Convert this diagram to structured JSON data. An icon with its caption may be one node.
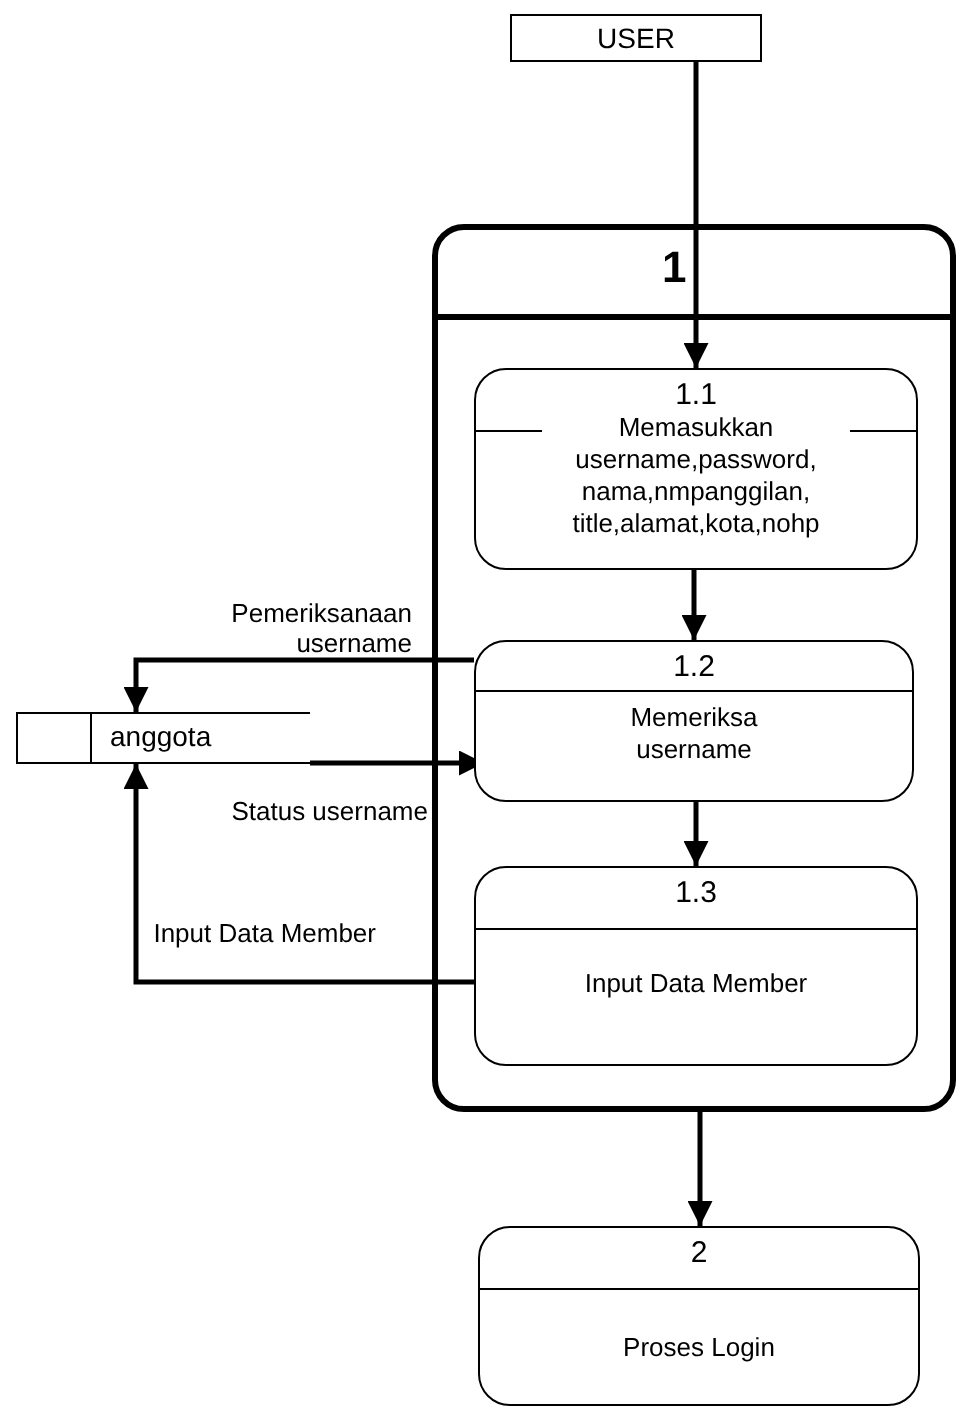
{
  "diagram": {
    "nodes": [
      {
        "text": [
          "USER"
        ]
      },
      {
        "text": [
          "1"
        ]
      },
      {
        "text": [
          "1.1",
          "Memasukkan username,password, nama,nmpanggilan, title,alamat,kota,nohp"
        ],
        "in": 1
      },
      {
        "text": [
          "1.2",
          "Memeriksa username"
        ],
        "in": 1
      },
      {
        "text": [
          "1.3",
          "Input Data Member"
        ],
        "in": 1
      },
      {
        "text": [
          "anggota"
        ]
      },
      {
        "text": [
          "2",
          "Proses Login"
        ]
      }
    ],
    "edges": [
      {
        "from": 0,
        "to": 2,
        "arrow": "to"
      },
      {
        "from": 2,
        "to": 3,
        "arrow": "to"
      },
      {
        "from": 3,
        "to": 5,
        "label": "Pemeriksanaan username",
        "arrow": "to"
      },
      {
        "from": 5,
        "to": 3,
        "label": "Status username",
        "arrow": "to"
      },
      {
        "from": 3,
        "to": 4,
        "arrow": "to"
      },
      {
        "from": 4,
        "to": 5,
        "label": "Input Data Member",
        "arrow": "to"
      },
      {
        "from": 1,
        "to": 6,
        "arrow": "to"
      }
    ]
  }
}
